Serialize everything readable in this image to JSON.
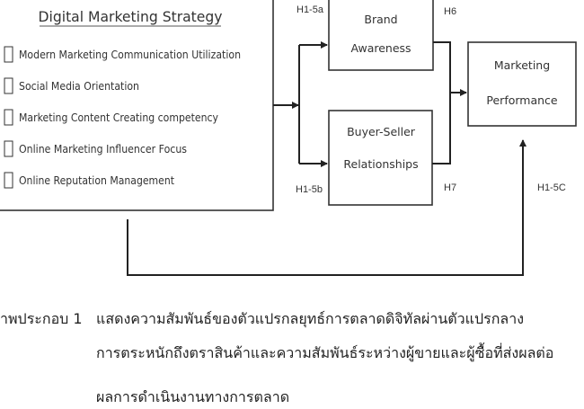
{
  "strategy": {
    "title": "Digital Marketing Strategy",
    "items": [
      "Modern Marketing Communication Utilization",
      "Social Media Orientation",
      "Marketing Content Creating competency",
      "Online Marketing Influencer Focus",
      "Online Reputation Management"
    ]
  },
  "brand": {
    "line1": "Brand",
    "line2": "Awareness"
  },
  "buyer": {
    "line1": "Buyer-Seller",
    "line2": "Relationships"
  },
  "performance": {
    "line1": "Marketing",
    "line2": "Performance"
  },
  "hypotheses": {
    "h15a": "H1-5a",
    "h15b": "H1-5b",
    "h6": "H6",
    "h7": "H7",
    "h15c": "H1-5C"
  },
  "caption": {
    "label": "าพประกอบ 1",
    "line1": "แสดงความสัมพันธ์ของตัวแปรกลยุทธ์การตลาดดิจิทัลผ่านตัวแปรกลาง",
    "line2": "การตระหนักถึงตราสินค้าและความสัมพันธ์ระหว่างผู้ขายและผู้ซื้อที่ส่งผลต่อ",
    "line3": "ผลการดำเนินงานทางการตลาด"
  }
}
